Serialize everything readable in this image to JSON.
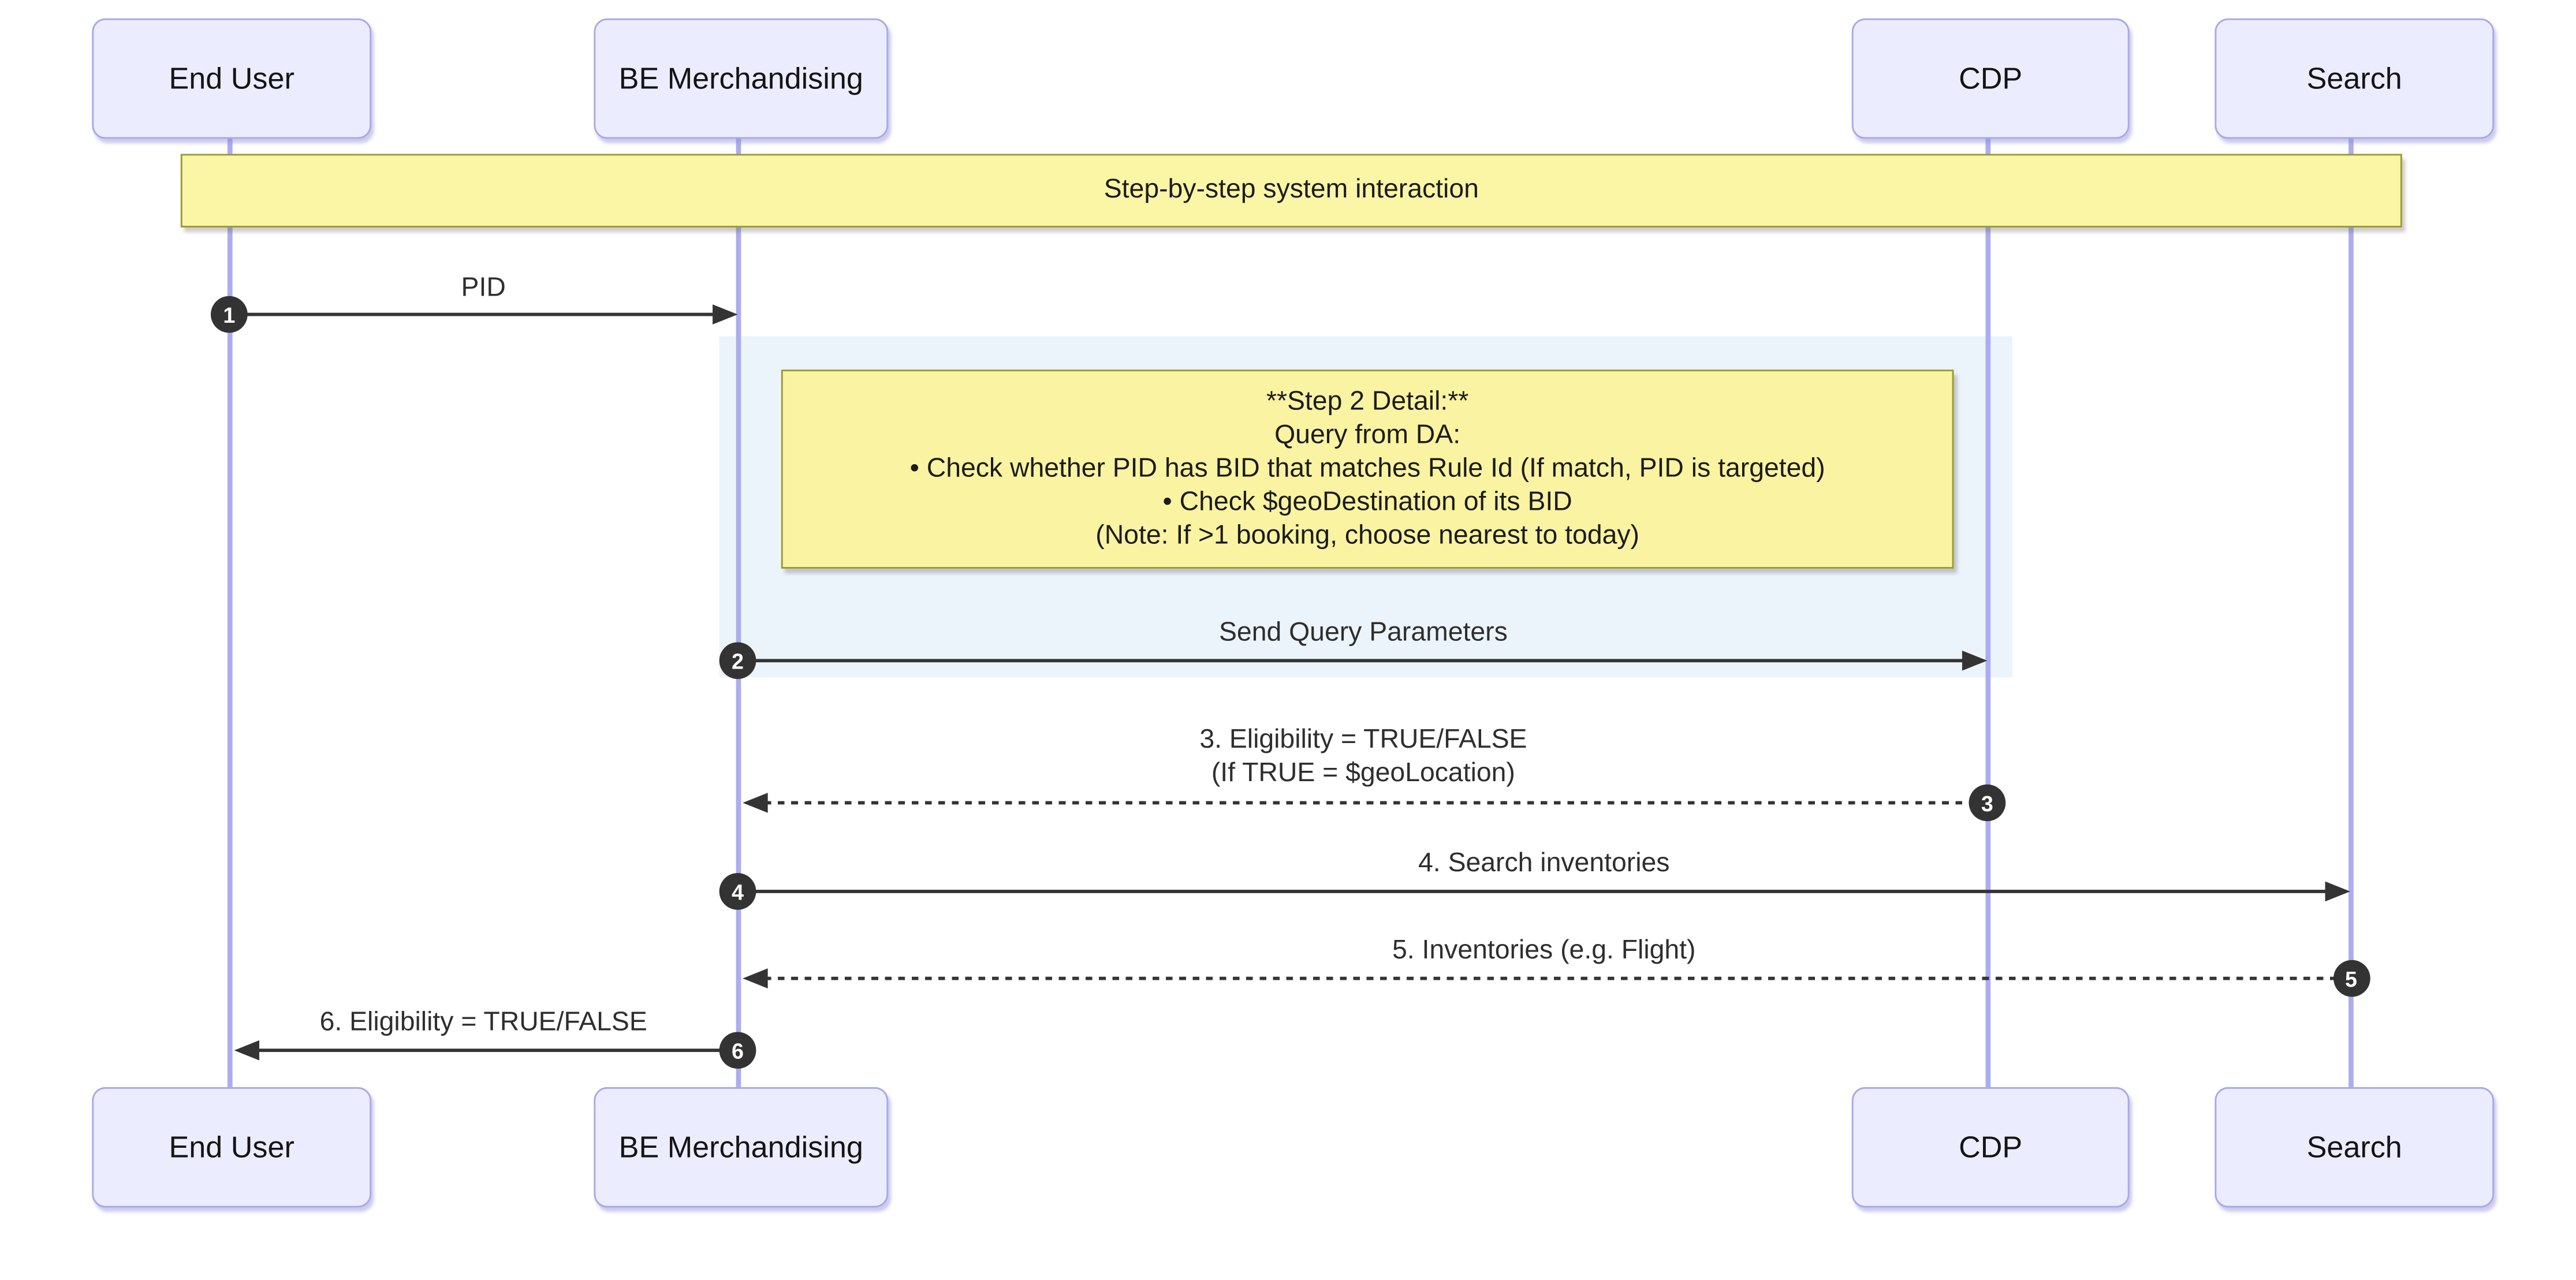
{
  "diagram": {
    "actors": [
      {
        "id": "end-user",
        "label": "End User"
      },
      {
        "id": "be-merchandising",
        "label": "BE Merchandising"
      },
      {
        "id": "cdp",
        "label": "CDP"
      },
      {
        "id": "search",
        "label": "Search"
      }
    ],
    "banner": {
      "label": "Step-by-step system interaction"
    },
    "note": {
      "lines": [
        "**Step 2 Detail:**",
        "Query from DA:",
        "• Check whether PID has BID that matches Rule Id (If match, PID is targeted)",
        "• Check $geoDestination of its BID",
        "(Note: If >1 booking, choose nearest to today)"
      ]
    },
    "messages": [
      {
        "number": "1",
        "label": "PID",
        "type": "solid",
        "from": "end-user",
        "to": "be-merchandising"
      },
      {
        "number": "2",
        "label": "Send Query Parameters",
        "type": "solid",
        "from": "be-merchandising",
        "to": "cdp"
      },
      {
        "number": "3",
        "label": "3. Eligibility = TRUE/FALSE",
        "label2": "(If TRUE = $geoLocation)",
        "type": "dashed",
        "from": "cdp",
        "to": "be-merchandising"
      },
      {
        "number": "4",
        "label": "4. Search inventories",
        "type": "solid",
        "from": "be-merchandising",
        "to": "search"
      },
      {
        "number": "5",
        "label": "5. Inventories (e.g. Flight)",
        "type": "dashed",
        "from": "search",
        "to": "be-merchandising"
      },
      {
        "number": "6",
        "label": "6. Eligibility = TRUE/FALSE",
        "type": "solid",
        "from": "be-merchandising",
        "to": "end-user"
      }
    ],
    "colors": {
      "actor-fill": "#ECECFF",
      "actor-border": "#A7A8ED",
      "lifeline": "#ACADEF",
      "banner-fill": "#FBF6A5",
      "banner-border": "#9A9A33",
      "note-fill": "#FAF3A1",
      "note-border": "#9A9A33",
      "highlight": "#ECF4FB",
      "arrow": "#343434",
      "number-bg": "#333333",
      "number-text": "#FFFFFF"
    }
  }
}
